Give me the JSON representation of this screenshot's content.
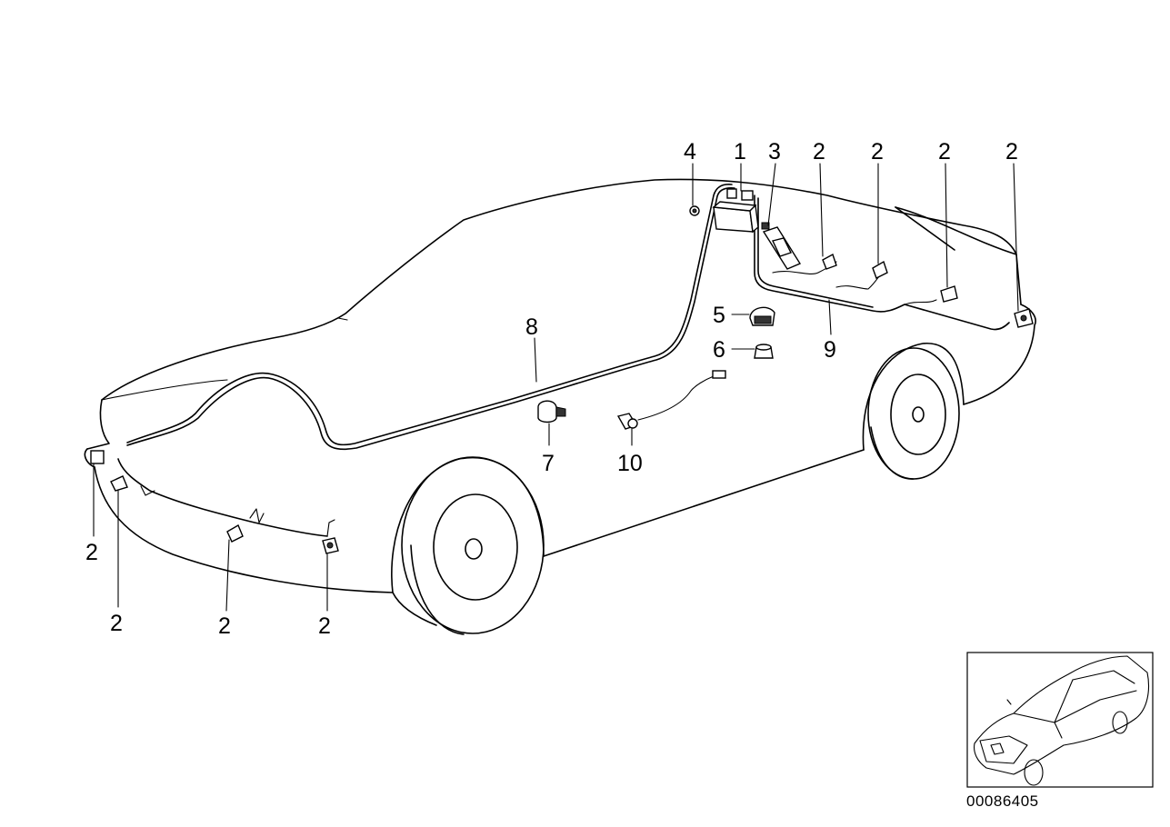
{
  "diagram": {
    "callouts": [
      {
        "id": "c4",
        "text": "4"
      },
      {
        "id": "c1",
        "text": "1"
      },
      {
        "id": "c3",
        "text": "3"
      },
      {
        "id": "c2a",
        "text": "2"
      },
      {
        "id": "c2b",
        "text": "2"
      },
      {
        "id": "c2c",
        "text": "2"
      },
      {
        "id": "c2d",
        "text": "2"
      },
      {
        "id": "c5",
        "text": "5"
      },
      {
        "id": "c6",
        "text": "6"
      },
      {
        "id": "c8",
        "text": "8"
      },
      {
        "id": "c9",
        "text": "9"
      },
      {
        "id": "c7",
        "text": "7"
      },
      {
        "id": "c10",
        "text": "10"
      },
      {
        "id": "c2e",
        "text": "2"
      },
      {
        "id": "c2f",
        "text": "2"
      },
      {
        "id": "c2g",
        "text": "2"
      },
      {
        "id": "c2h",
        "text": "2"
      }
    ],
    "diagram_number": "00086405"
  }
}
